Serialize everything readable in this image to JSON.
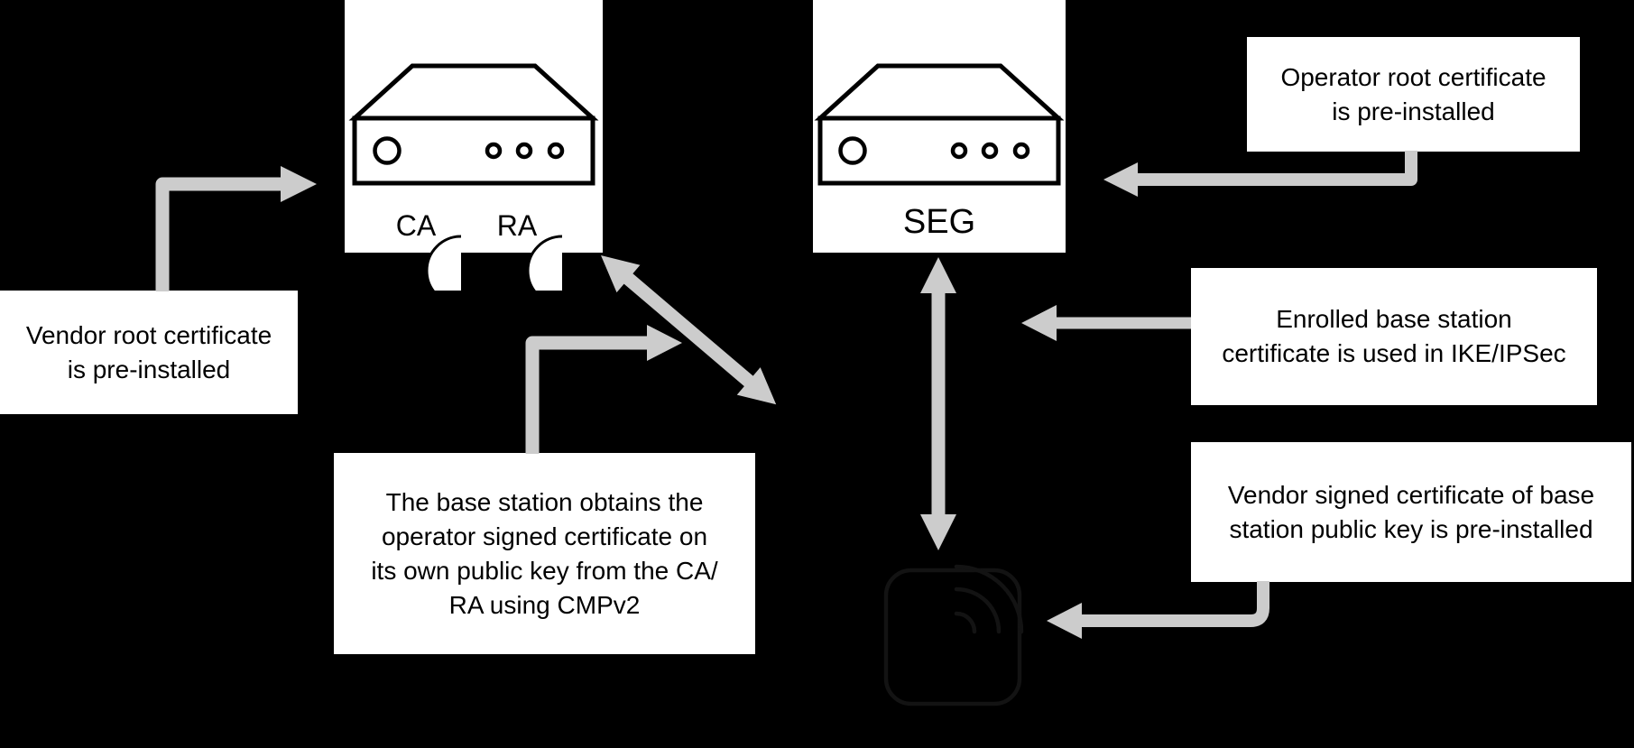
{
  "colors": {
    "background": "#000000",
    "box_fill": "#ffffff",
    "box_text": "#000000",
    "line": "#000000",
    "arrow": "#cccccc",
    "base_station_line": "#131313"
  },
  "nodes": {
    "ca_ra": {
      "badge_ca": "CA",
      "badge_ra": "RA",
      "icon": "router-device-icon"
    },
    "seg": {
      "label": "SEG",
      "icon": "router-device-icon"
    },
    "base_station": {
      "icon": "base-station-radio-icon"
    }
  },
  "notes": {
    "vendor_root": {
      "lines": [
        "Vendor root certificate",
        "is pre-installed"
      ]
    },
    "operator_root": {
      "lines": [
        "Operator root certificate",
        "is pre-installed"
      ]
    },
    "enrolled": {
      "lines": [
        "Enrolled base station",
        "certificate is used in IKE/IPSec"
      ]
    },
    "vendor_signed": {
      "lines": [
        "Vendor signed certificate of base",
        "station public key is pre-installed"
      ]
    },
    "cmpv2": {
      "lines": [
        "The base station obtains the",
        "operator signed certificate on",
        "its own public key from the CA/",
        "RA using CMPv2"
      ]
    }
  },
  "icons": {
    "award_badge": "award-badge-icon",
    "router": "router-device-icon",
    "base_station": "base-station-radio-icon",
    "arrows": [
      "elbow-arrow",
      "straight-arrow",
      "double-headed-arrow"
    ]
  }
}
